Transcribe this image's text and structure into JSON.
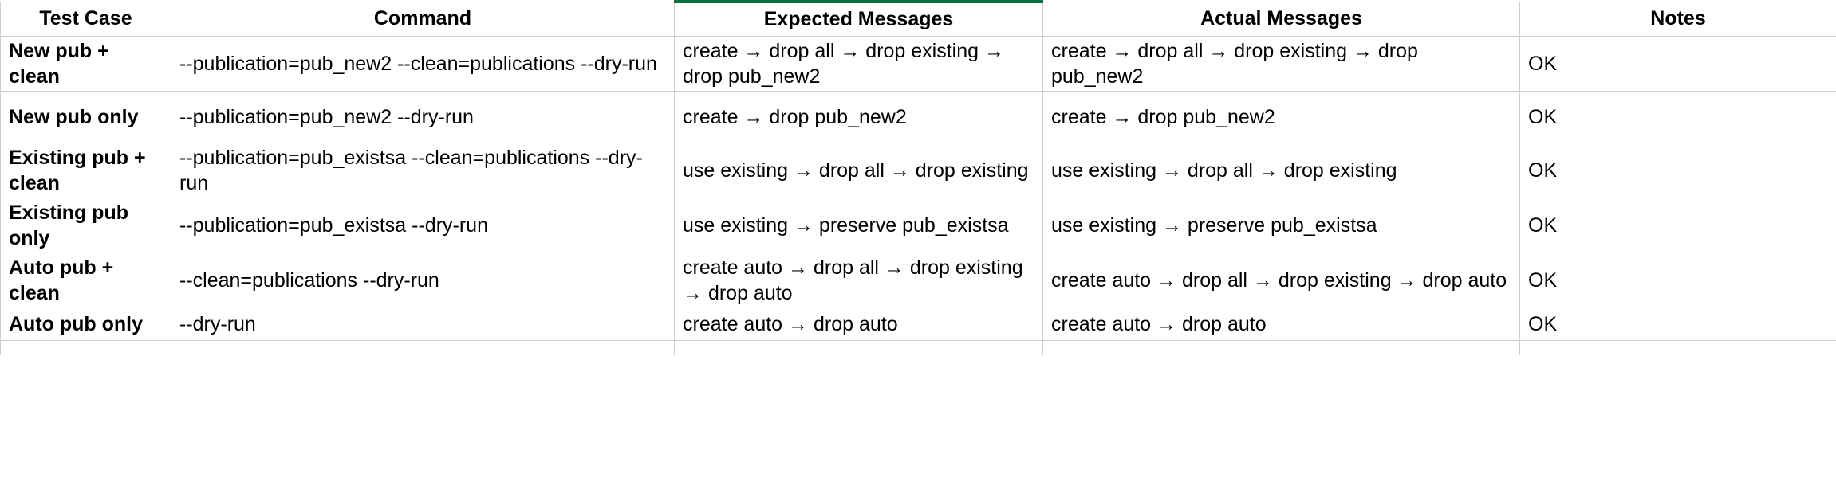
{
  "table": {
    "accent_color": "#176b43",
    "grid_color": "#d0d0d0",
    "columns": [
      {
        "key": "test_case",
        "label": "Test Case",
        "highlight": false
      },
      {
        "key": "command",
        "label": "Command",
        "highlight": false
      },
      {
        "key": "expected",
        "label": "Expected Messages",
        "highlight": true
      },
      {
        "key": "actual",
        "label": "Actual Messages",
        "highlight": false
      },
      {
        "key": "notes",
        "label": "Notes",
        "highlight": false
      }
    ],
    "rows": [
      {
        "test_case": "New pub + clean",
        "command": "--publication=pub_new2 --clean=publications --dry-run",
        "expected": "create → drop all → drop existing → drop pub_new2",
        "actual": "create → drop all → drop existing → drop pub_new2",
        "notes": "OK"
      },
      {
        "test_case": "New pub only",
        "command": "--publication=pub_new2 --dry-run",
        "expected": "create → drop pub_new2",
        "actual": "create → drop pub_new2",
        "notes": "OK"
      },
      {
        "test_case": "Existing pub + clean",
        "command": "--publication=pub_existsa --clean=publications --dry-run",
        "expected": "use existing → drop all → drop existing",
        "actual": "use existing → drop all → drop existing",
        "notes": "OK"
      },
      {
        "test_case": "Existing pub only",
        "command": "--publication=pub_existsa --dry-run",
        "expected": "use existing → preserve pub_existsa",
        "actual": "use existing → preserve pub_existsa",
        "notes": "OK"
      },
      {
        "test_case": "Auto pub + clean",
        "command": "--clean=publications --dry-run",
        "expected": "create auto → drop all → drop existing → drop auto",
        "actual": "create auto → drop all → drop existing → drop auto",
        "notes": "OK"
      },
      {
        "test_case": "Auto pub only",
        "command": "--dry-run",
        "expected": "create auto → drop auto",
        "actual": "create auto → drop auto",
        "notes": "OK"
      }
    ]
  }
}
